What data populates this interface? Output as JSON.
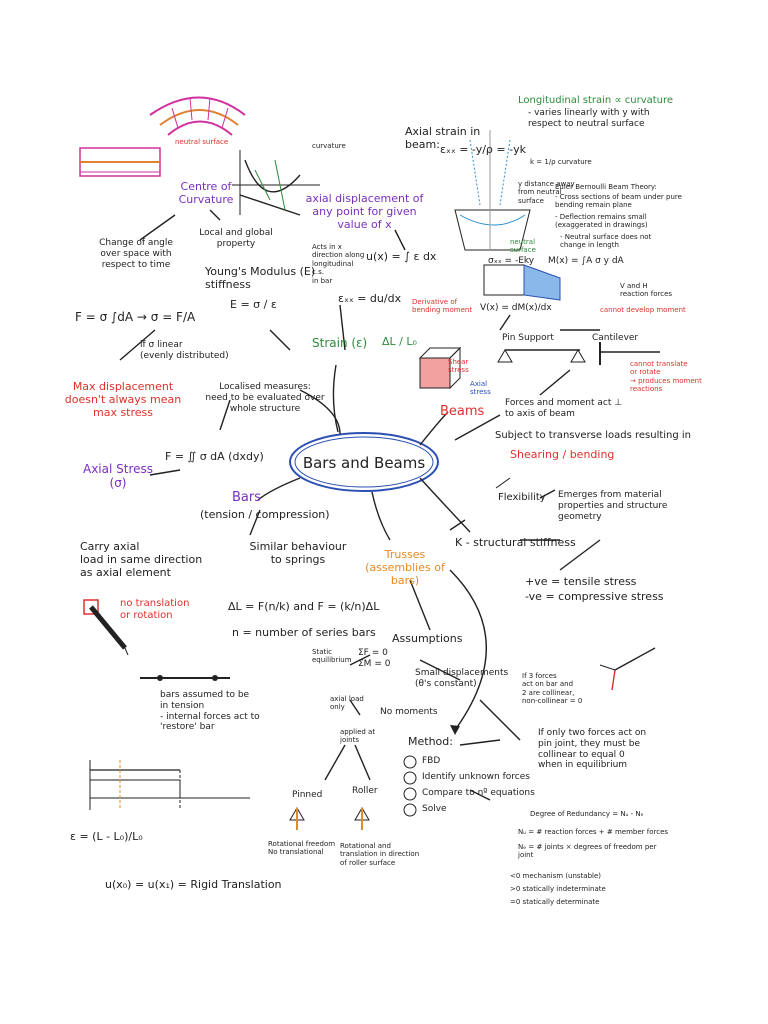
{
  "center": {
    "title": "Bars and Beams"
  },
  "bars": {
    "label": "Bars",
    "sublabel": "(tension / compression)",
    "similar": "Similar behaviour\nto springs",
    "spring_eq": "ΔL = F(n/k)  and  F = (k/n)ΔL",
    "spring_n": "n = number of series bars",
    "axial_load": "Carry axial\nload in same direction\nas axial element",
    "no_translation": "no translation\nor rotation",
    "tension_note": "bars assumed to be\nin tension\n- internal forces act to\n'restore' bar"
  },
  "axial_stress": {
    "label": "Axial Stress\n(σ)",
    "eq": "F = ∬ σ dA  (dxdy)",
    "max_disp": "Max displacement\ndoesn't always mean\nmax stress",
    "local_global": "Localised measures:\nneed to be evaluated over\nwhole structure",
    "f_sigma": "F = σ ∫dA  →  σ = F/A",
    "if_linear": "if σ linear\n(evenly distributed)"
  },
  "strain": {
    "label": "Strain (ε)",
    "ratio": "ΔL / L₀",
    "youngs": "Young's Modulus (E)\nstiffness",
    "e_eq": "E = σ / ε",
    "exx": "εₓₓ = du/dx",
    "acts_note": "Acts in x\ndirection along\nlongitudinal\nc.s.\nin bar",
    "axial_disp": "axial displacement of\nany point for given\nvalue of x",
    "u_eq": "u(x) = ∫ ε dx",
    "local_global": "Local and global\nproperty",
    "change_angle": "Change of angle\nover space with\nrespect to time",
    "centre_curv": "Centre of\nCurvature",
    "neutral_surface": "neutral surface",
    "curvature": "curvature",
    "rigid": "u(x₀) = u(x₁) = Rigid Translation",
    "strain_eq": "ε = (L - L₀)/L₀"
  },
  "beams": {
    "label": "Beams",
    "axial_strain": "Axial strain in\nbeam:",
    "exx_eq": "εₓₓ = -y/ρ = -yk",
    "long_strain": "Longitudinal strain ∝ curvature",
    "varies": "- varies linearly with y with\nrespect to neutral surface",
    "k_curv": "k = 1/ρ  curvature",
    "euler_title": "Euler Bernoulli Beam Theory:",
    "euler_1": "- Cross sections of beam under pure\nbending remain plane",
    "euler_2": "- Deflection remains small\n(exaggerated in drawings)",
    "euler_3": "- Neutral surface does not\nchange in length",
    "y_dist": "y distance away\nfrom neutral\nsurface",
    "neutral": "neutral\nsurface",
    "sigma_xx": "σₓₓ = -Eky",
    "moment": "M(x) = ∫A σ y dA",
    "bending_def": "Derivative of\nbending moment",
    "v_eq": "V(x) = dM(x)/dx",
    "shear_stress": "Shear\nstress",
    "axial_stress": "Axial\nstress",
    "pin_support": "Pin Support",
    "cantilever": "Cantilever",
    "v_h": "V and H\nreaction forces",
    "cannot_moment": "cannot develop moment",
    "cannot_translate": "cannot translate\nor rotate\n→ produces moment\nreactions",
    "forces_perp": "Forces and moment act ⊥\nto axis of beam",
    "transverse": "Subject to transverse loads resulting in",
    "shearing": "Shearing / bending",
    "flexibility": "Flexibility",
    "emerges": "Emerges from material\nproperties and structure\ngeometry",
    "k_stiff": "K - structural stiffness",
    "tensile": "+ve = tensile stress",
    "compressive": "-ve = compressive stress"
  },
  "trusses": {
    "label": "Trusses\n(assemblies of bars)",
    "assumptions": "Assumptions",
    "static_eq": "Static\nequilibrium",
    "sums": "ΣF = 0\nΣM = 0",
    "small_disp": "Small displacements\n(θ's constant)",
    "axial_only": "axial load\nonly",
    "no_moments": "No moments",
    "applied": "applied at\njoints",
    "pinned": "Pinned",
    "roller": "Roller",
    "pinned_note": "Rotational freedom\nNo translational",
    "roller_note": "Rotational and\ntranslation in direction\nof roller surface",
    "method": "Method:",
    "step1": "FBD",
    "step2": "Identify unknown forces",
    "step3": "Compare to nº equations",
    "step4": "Solve",
    "three_forces": "If 3 forces\nact on bar and\n2 are collinear,\nnon-collinear = 0",
    "two_forces": "If only two forces act on\npin joint, they must be\ncollinear to equal 0\nwhen in equilibrium",
    "redundancy": "Degree of Redundancy = Nᵤ - Nₑ",
    "nu": "Nᵤ = # reaction forces + # member forces",
    "ne": "Nₑ = # joints × degrees of freedom per\njoint",
    "lt0": "<0  mechanism (unstable)",
    "gt0": ">0  statically indeterminate",
    "eq0": "=0  statically determinate"
  }
}
